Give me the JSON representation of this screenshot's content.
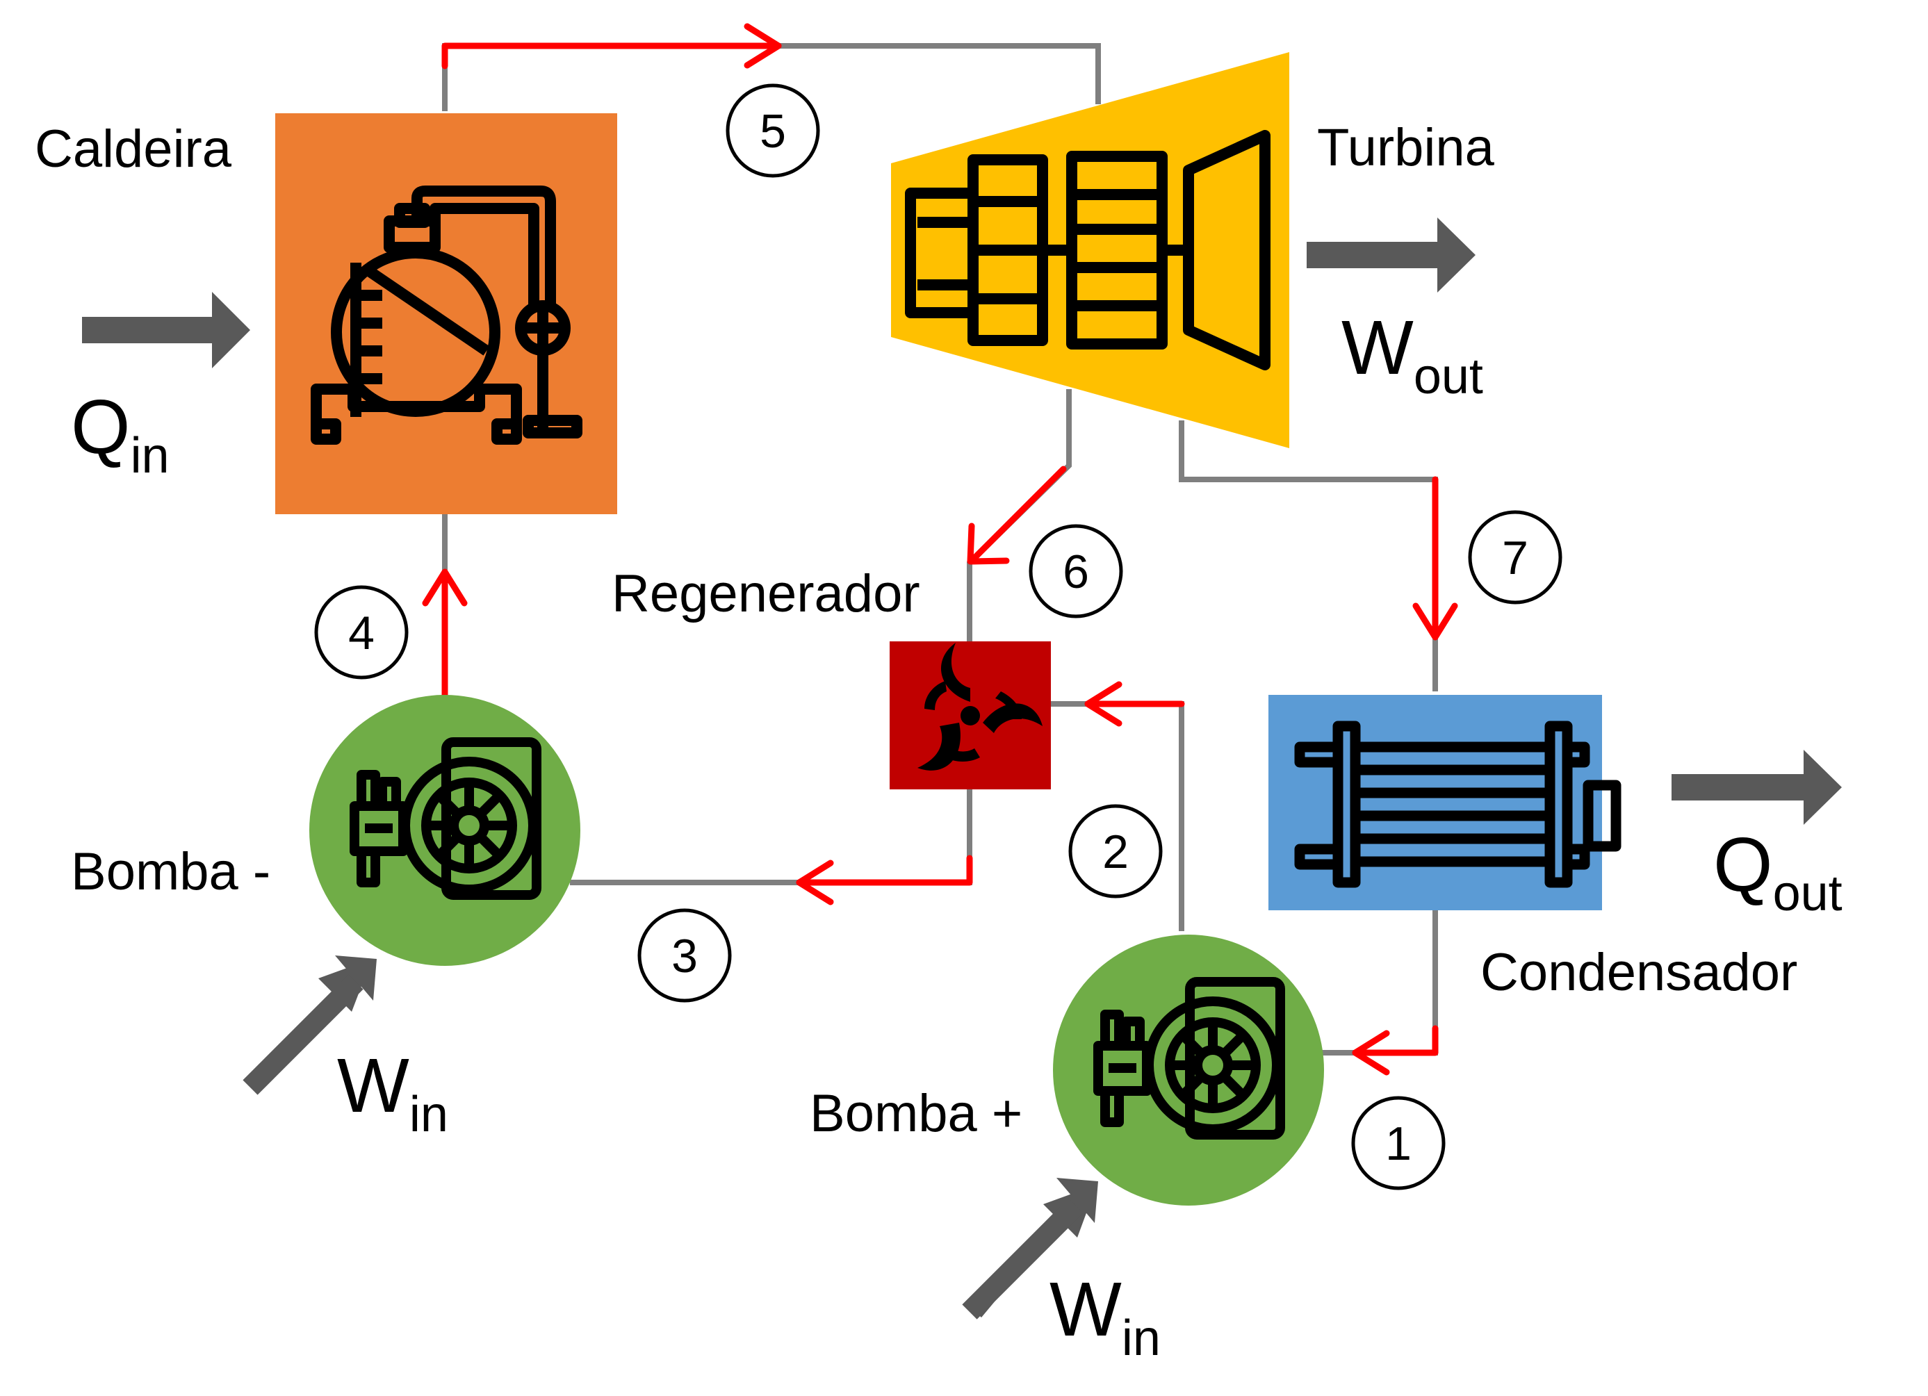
{
  "components": {
    "boiler": {
      "label": "Caldeira",
      "color": "#ED7D31",
      "icon": "boiler-icon"
    },
    "turbine": {
      "label": "Turbina",
      "color": "#FFC000",
      "icon": "turbine-icon"
    },
    "regenerator": {
      "label": "Regenerador",
      "color": "#C00000",
      "icon": "biohazard-icon"
    },
    "condenser": {
      "label": "Condensador",
      "color": "#5B9BD5",
      "icon": "radiator-icon"
    },
    "pump_minus": {
      "label": "Bomba -",
      "color": "#70AD47",
      "icon": "pump-icon"
    },
    "pump_plus": {
      "label": "Bomba +",
      "color": "#70AD47",
      "icon": "pump-icon"
    }
  },
  "energy": {
    "q_in": {
      "symbol": "Q",
      "sub": "in"
    },
    "w_out": {
      "symbol": "W",
      "sub": "out"
    },
    "q_out": {
      "symbol": "Q",
      "sub": "out"
    },
    "w_in_minus": {
      "symbol": "W",
      "sub": "in"
    },
    "w_in_plus": {
      "symbol": "W",
      "sub": "in"
    }
  },
  "states": [
    "1",
    "2",
    "3",
    "4",
    "5",
    "6",
    "7"
  ],
  "colors": {
    "pipe": "#7F7F7F",
    "flow": "#FF0000",
    "energy_arrow": "#595959",
    "icon_line": "#000000"
  }
}
